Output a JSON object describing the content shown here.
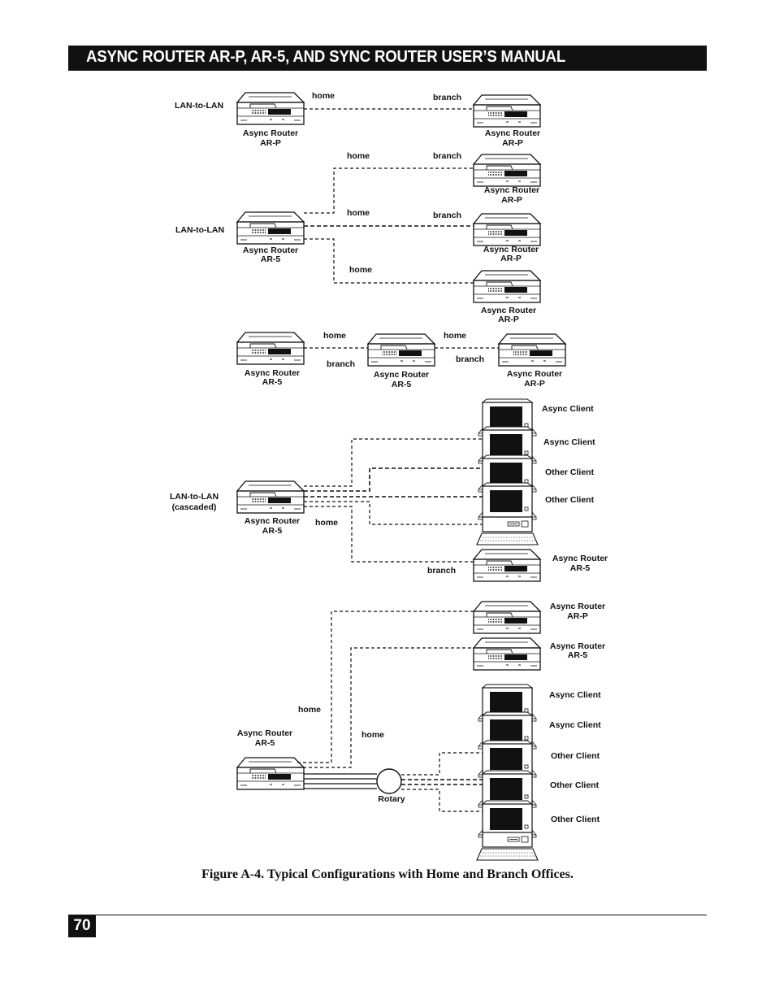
{
  "header": {
    "title": "ASYNC ROUTER AR-P, AR-5, AND SYNC ROUTER USER’S MANUAL"
  },
  "figure": {
    "caption": "Figure A-4.  Typical Configurations with Home and Branch Offices.",
    "labels": {
      "lan_to_lan": "LAN-to-LAN",
      "lan_to_lan_cascaded_1": "LAN-to-LAN",
      "lan_to_lan_cascaded_2": "(cascaded)",
      "home": "home",
      "branch": "branch",
      "async_router": "Async Router",
      "ar_p": "AR-P",
      "ar_5": "AR-5",
      "async_client": "Async Client",
      "other_client": "Other Client",
      "rotary": "Rotary"
    }
  },
  "page": {
    "number": "70"
  }
}
